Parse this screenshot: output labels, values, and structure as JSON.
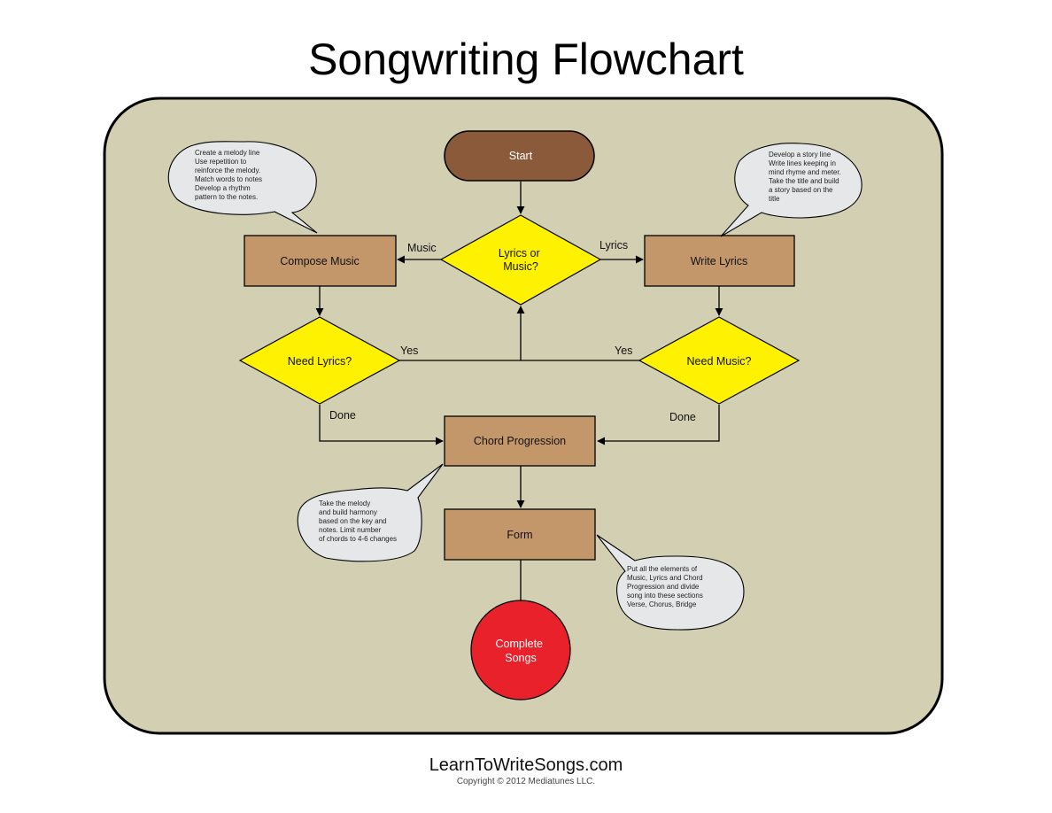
{
  "title": "Songwriting Flowchart",
  "colors": {
    "board": "#d2cfb3",
    "start": "#8a5a3a",
    "process": "#c4976b",
    "decision": "#fff200",
    "end": "#e8212b",
    "bubble": "#e6e7e8"
  },
  "nodes": {
    "start": "Start",
    "lyrics_or_music": [
      "Lyrics or",
      "Music?"
    ],
    "compose_music": "Compose Music",
    "write_lyrics": "Write Lyrics",
    "need_lyrics": "Need Lyrics?",
    "need_music": "Need Music?",
    "chord_progression": "Chord Progression",
    "form": "Form",
    "complete_songs": [
      "Complete",
      "Songs"
    ]
  },
  "edge_labels": {
    "music": "Music",
    "lyrics": "Lyrics",
    "yes_left": "Yes",
    "yes_right": "Yes",
    "done_left": "Done",
    "done_right": "Done"
  },
  "bubbles": {
    "melody": [
      "Create a melody line",
      "Use repetition to",
      "reinforce the melody.",
      "Match words to notes",
      "Develop a rhythm",
      "pattern to the notes."
    ],
    "story": [
      "Develop a story line",
      "Write lines keeping in",
      "mind rhyme and meter.",
      "Take the title and build",
      "a story based on the",
      "title"
    ],
    "harmony": [
      "Take the melody",
      "and build harmony",
      "based on the key and",
      "notes. Limit number",
      " of chords to 4-6 changes"
    ],
    "form": [
      "Put all the elements of",
      "Music, Lyrics and Chord",
      "Progression and divide",
      "song into these sections",
      "Verse, Chorus, Bridge"
    ]
  },
  "footer": {
    "site": "LearnToWriteSongs.com",
    "copyright": "Copyright © 2012 Mediatunes LLC."
  }
}
